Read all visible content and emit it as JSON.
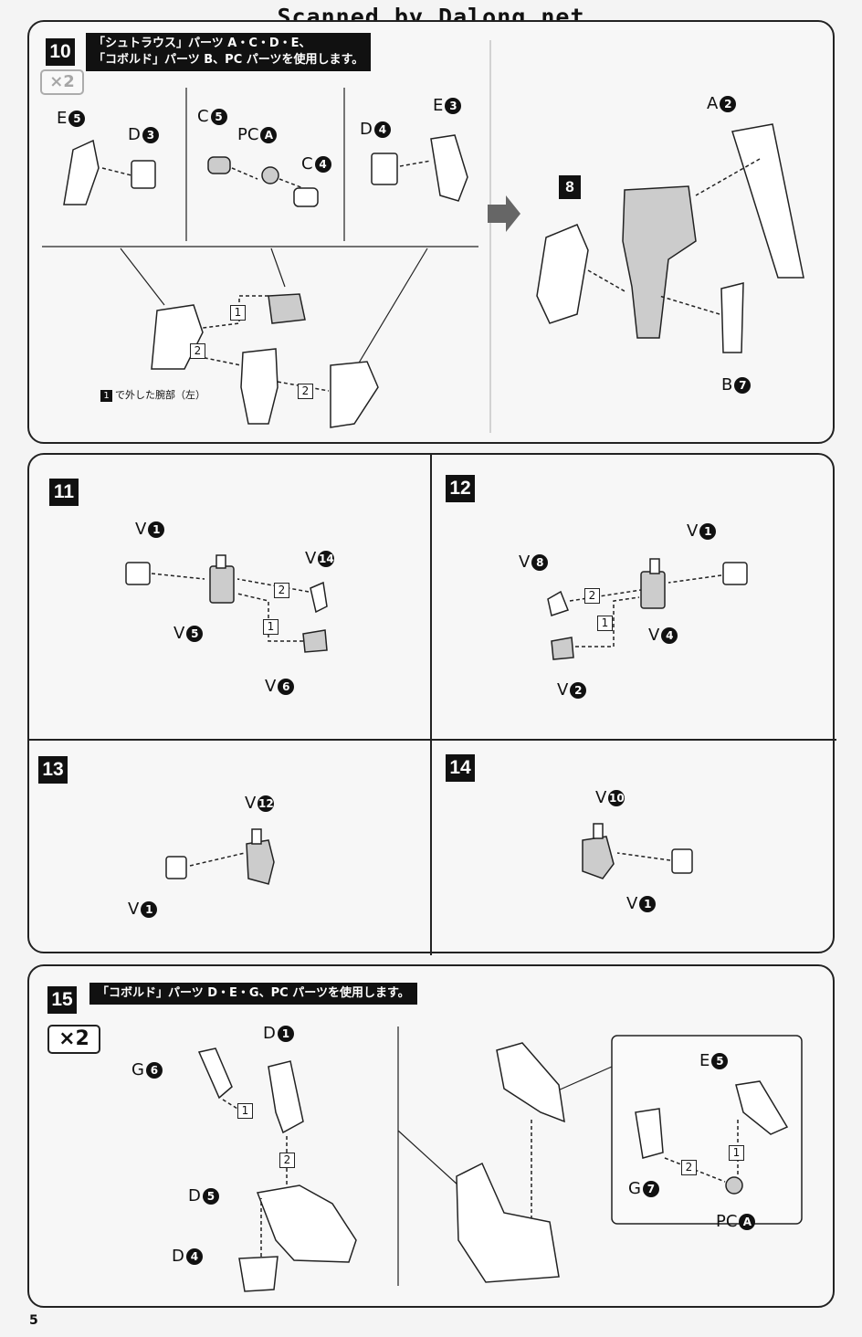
{
  "watermark": "Scanned by Dalong.net",
  "page_number": "5",
  "step10": {
    "number": "10",
    "note_line1": "「シュトラウス」パーツ A・C・D・E、",
    "note_line2": "「コボルド」パーツ B、PC パーツを使用します。",
    "multiplier": "×2",
    "caption_num": "1",
    "caption_text": "で外した腕部（左）",
    "sub_step": "8",
    "labels": [
      {
        "t": "E",
        "n": "5"
      },
      {
        "t": "D",
        "n": "3"
      },
      {
        "t": "C",
        "n": "5"
      },
      {
        "t": "PC",
        "n": "A"
      },
      {
        "t": "C",
        "n": "4"
      },
      {
        "t": "D",
        "n": "4"
      },
      {
        "t": "E",
        "n": "3"
      },
      {
        "t": "A",
        "n": "2"
      },
      {
        "t": "B",
        "n": "7"
      }
    ],
    "order": [
      "1",
      "2",
      "2"
    ]
  },
  "step11": {
    "number": "11",
    "labels": [
      {
        "t": "V",
        "n": "1"
      },
      {
        "t": "V",
        "n": "14"
      },
      {
        "t": "V",
        "n": "5"
      },
      {
        "t": "V",
        "n": "6"
      }
    ],
    "order": [
      "2",
      "1"
    ]
  },
  "step12": {
    "number": "12",
    "labels": [
      {
        "t": "V",
        "n": "8"
      },
      {
        "t": "V",
        "n": "1"
      },
      {
        "t": "V",
        "n": "4"
      },
      {
        "t": "V",
        "n": "2"
      }
    ],
    "order": [
      "2",
      "1"
    ]
  },
  "step13": {
    "number": "13",
    "labels": [
      {
        "t": "V",
        "n": "12"
      },
      {
        "t": "V",
        "n": "1"
      }
    ]
  },
  "step14": {
    "number": "14",
    "labels": [
      {
        "t": "V",
        "n": "10"
      },
      {
        "t": "V",
        "n": "1"
      }
    ]
  },
  "step15": {
    "number": "15",
    "note": "「コボルド」パーツ D・E・G、PC パーツを使用します。",
    "multiplier": "×2",
    "labels": [
      {
        "t": "D",
        "n": "1"
      },
      {
        "t": "G",
        "n": "6"
      },
      {
        "t": "D",
        "n": "5"
      },
      {
        "t": "D",
        "n": "4"
      },
      {
        "t": "E",
        "n": "5"
      },
      {
        "t": "G",
        "n": "7"
      },
      {
        "t": "PC",
        "n": "A"
      }
    ],
    "order": [
      "1",
      "2",
      "1",
      "2"
    ]
  }
}
